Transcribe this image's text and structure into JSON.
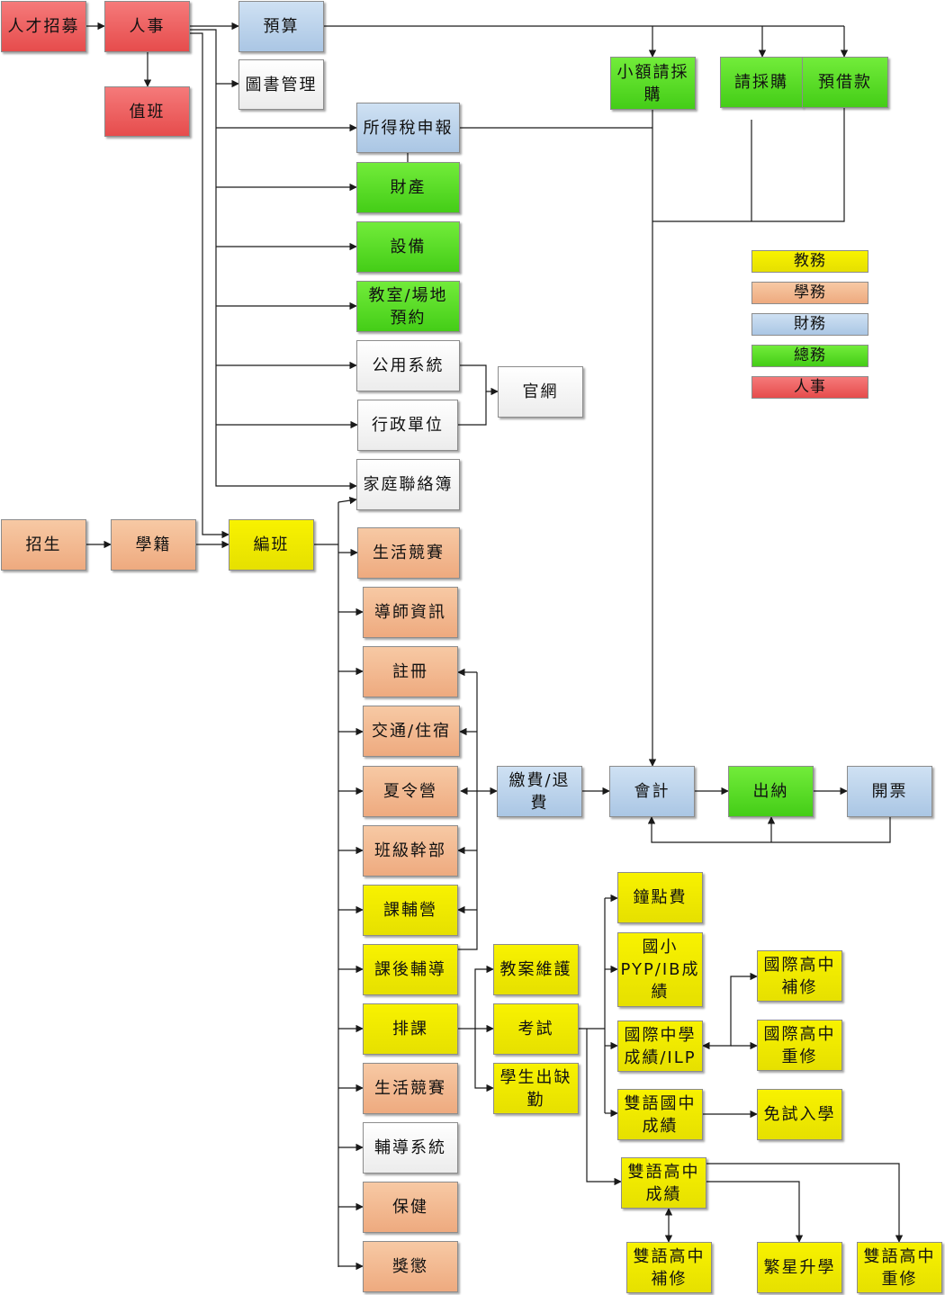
{
  "colors": {
    "hr": "#EC5A5A",
    "academic": "#F2EC00",
    "student": "#F2B88C",
    "finance": "#B9D2EC",
    "general": "#52D824",
    "plain": "#F5F5F5",
    "line": "#1A1A1A"
  },
  "legend": [
    {
      "label": "教務",
      "category": "academic"
    },
    {
      "label": "學務",
      "category": "student"
    },
    {
      "label": "財務",
      "category": "finance"
    },
    {
      "label": "總務",
      "category": "general"
    },
    {
      "label": "人事",
      "category": "hr"
    }
  ],
  "nodes": {
    "talent": "人才招募",
    "personnel": "人事",
    "duty": "值班",
    "budget": "預算",
    "library": "圖書管理",
    "tax": "所得稅申報",
    "property": "財產",
    "equipment": "設備",
    "room": "教室/場地\n預約",
    "public_sys": "公用系統",
    "admin_unit": "行政單位",
    "website": "官網",
    "contact_book": "家庭聯絡簿",
    "small_purchase": "小額請採\n購",
    "purchase": "請採購",
    "advance": "預借款",
    "admission": "招生",
    "enrollment": "學籍",
    "class_assign": "編班",
    "life_comp_1": "生活競賽",
    "tutor_info": "導師資訊",
    "register": "註冊",
    "transport": "交通/住宿",
    "summer_camp": "夏令營",
    "class_cadre": "班級幹部",
    "tutoring_camp": "課輔營",
    "after_school": "課後輔導",
    "scheduling": "排課",
    "life_comp_2": "生活競賽",
    "counseling": "輔導系統",
    "health": "保健",
    "reward": "獎懲",
    "payment": "繳費/退\n費",
    "accounting": "會計",
    "cashier": "出納",
    "invoice": "開票",
    "lesson_plan": "教案維護",
    "exam": "考試",
    "attendance": "學生出缺\n勤",
    "hourly_fee": "鐘點費",
    "pyp": "國小\nPYP/IB成\n績",
    "middle_ilp": "國際中學\n成績/ILP",
    "bilingual_jr": "雙語國中\n成績",
    "bilingual_sr": "雙語高中\n成績",
    "intl_makeup": "國際高中\n補修",
    "intl_retake": "國際高中\n重修",
    "exam_free": "免試入學",
    "bi_makeup": "雙語高中\n補修",
    "star_plan": "繁星升學",
    "bi_retake": "雙語高中\n重修"
  }
}
